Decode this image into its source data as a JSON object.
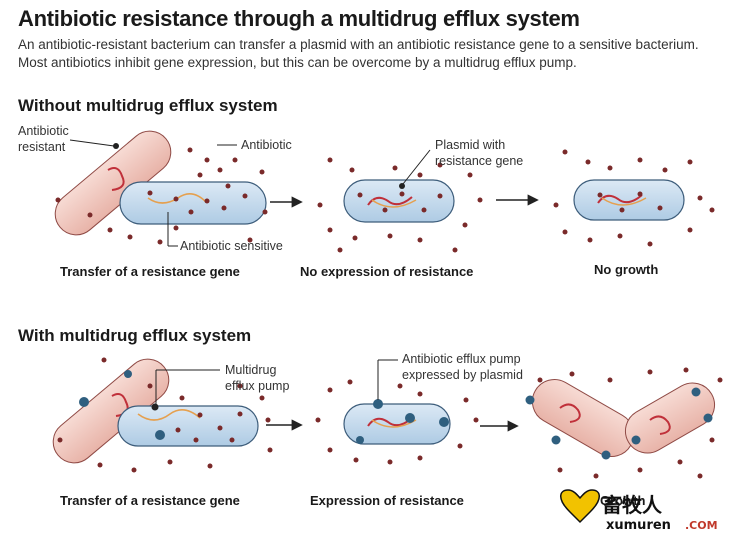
{
  "title": "Antibiotic resistance through a multidrug efflux system",
  "subtitle": "An antibiotic-resistant bacterium can transfer a plasmid with an antibiotic resistance gene to a sensitive bacterium. Most antibiotics inhibit gene expression, but this can be overcome by a multidrug efflux pump.",
  "section1": {
    "heading": "Without multidrug efflux system",
    "labels": {
      "resistant_line1": "Antibiotic",
      "resistant_line2": "resistant",
      "antibiotic": "Antibiotic",
      "sensitive": "Antibiotic sensitive",
      "plasmid_line1": "Plasmid with",
      "plasmid_line2": "resistance gene"
    },
    "captions": [
      "Transfer of a resistance gene",
      "No expression of resistance",
      "No growth"
    ]
  },
  "section2": {
    "heading": "With multidrug efflux system",
    "labels": {
      "pump_line1": "Multidrug",
      "pump_line2": "efflux pump",
      "expressed_line1": "Antibiotic efflux pump",
      "expressed_line2": "expressed by plasmid"
    },
    "captions": [
      "Transfer of a resistance gene",
      "Expression of resistance",
      "Growth"
    ]
  },
  "watermark": {
    "chinese": "畜牧人",
    "latin": "xumuren",
    "suffix": ".COM"
  },
  "colors": {
    "resistant_cell": "#f2c9c0",
    "sensitive_cell": "#c6dcef",
    "antibiotic_dot": "#7a2a2a",
    "plasmid": "#c0303a",
    "pump": "#2f5f7f",
    "watermark_heart": "#f2c200"
  }
}
